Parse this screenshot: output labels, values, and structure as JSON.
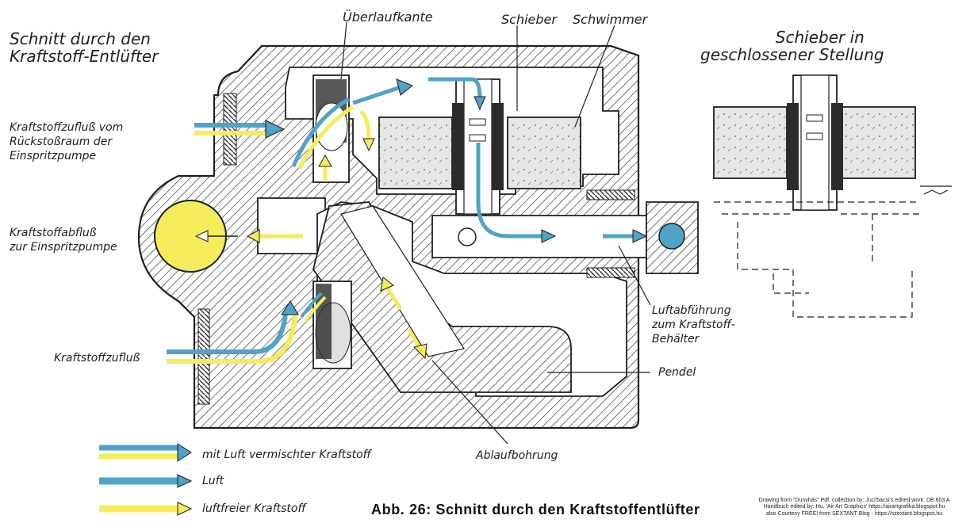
{
  "title": [
    "Schnitt durch den",
    "Kraftstoff-Entlüfter"
  ],
  "inset_title": [
    "Schieber in",
    "geschlossener Stellung"
  ],
  "labels": {
    "ueberlaufkante": "Überlaufkante",
    "schieber": "Schieber",
    "schwimmer": "Schwimmer",
    "zufluss_rueck": [
      "Kraftstoffzufluß vom",
      "Rückstoßraum der",
      "Einspritzpumpe"
    ],
    "abfluss": [
      "Kraftstoffabfluß",
      "zur Einspritzpumpe"
    ],
    "zufluss": "Kraftstoffzufluß",
    "luftabfuehrung": [
      "Luftabführung",
      "zum Kraftstoff-",
      "Behälter"
    ],
    "pendel": "Pendel",
    "ablaufbohrung": "Ablaufbohrung"
  },
  "legend": [
    {
      "label": "mit Luft vermischter Kraftstoff",
      "type": "mixed"
    },
    {
      "label": "Luft",
      "type": "air"
    },
    {
      "label": "luftfreier Kraftstoff",
      "type": "fuel"
    }
  ],
  "caption": "Abb. 26: Schnitt durch den Kraftstoffentlüfter",
  "credits": [
    "Drawing from \"Dunyhás\" Pdf. collection by: Juci'bacsi's edited work: DB 603 A",
    "Handbuch edited by: Hu. 'Air Art Graphics' https://airartgrafika.blogspot.hu",
    "also Courtesy FREE! from SEXTANT Blog - https://szextant.blogspot.hu"
  ],
  "colors": {
    "air": "#4fa3c7",
    "fuel": "#f4ec5a",
    "line": "#1e1e1e",
    "hatch": "#2a2a2a",
    "chamber": "#ffffff"
  }
}
